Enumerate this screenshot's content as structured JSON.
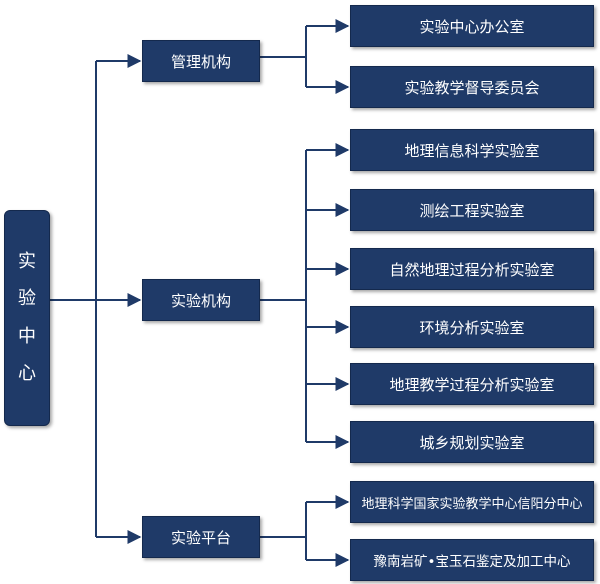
{
  "root": {
    "label": [
      "实",
      "验",
      "中",
      "心"
    ]
  },
  "groups": [
    {
      "label": "管理机构",
      "children": [
        "实验中心办公室",
        "实验教学督导委员会"
      ]
    },
    {
      "label": "实验机构",
      "children": [
        "地理信息科学实验室",
        "测绘工程实验室",
        "自然地理过程分析实验室",
        "环境分析实验室",
        "地理教学过程分析实验室",
        "城乡规划实验室"
      ]
    },
    {
      "label": "实验平台",
      "children": [
        "地理科学国家实验教学中心信阳分中心",
        "豫南岩矿•宝玉石鉴定及加工中心"
      ]
    }
  ],
  "colors": {
    "box_fill": "#1f3a68",
    "line": "#1f3a68",
    "text": "#ffffff"
  }
}
